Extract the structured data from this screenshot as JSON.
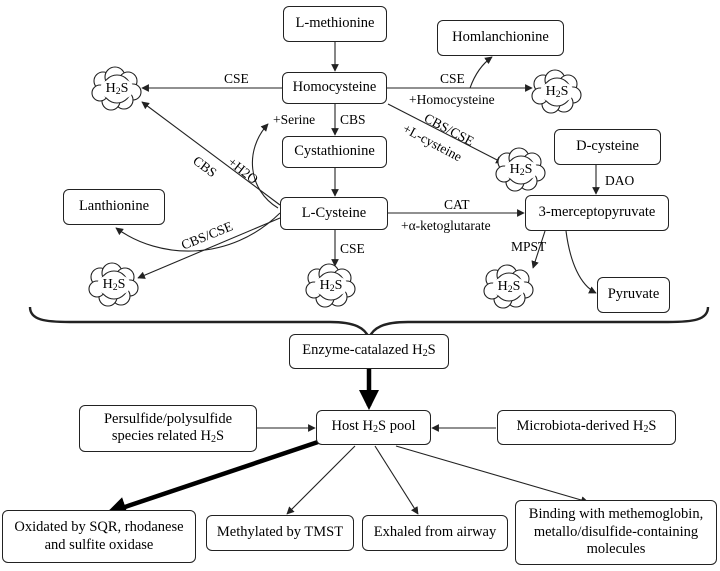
{
  "nodes": {
    "l_methionine": "L-methionine",
    "homocysteine": "Homocysteine",
    "homlanchionine": "Homlanchionine",
    "cystathionine": "Cystathionine",
    "l_cysteine": "L-Cysteine",
    "lanthionine": "Lanthionine",
    "d_cysteine": "D-cysteine",
    "mercaptopyruvate": "3-merceptopyruvate",
    "pyruvate": "Pyruvate",
    "enzyme_h2s_prefix": "Enzyme-catalazed H",
    "host_pool_prefix": "Host H",
    "host_pool_suffix": "S pool",
    "persulfide_line1": "Persulfide/polysulfide",
    "persulfide_line2_prefix": "species related H",
    "microbiota_prefix": "Microbiota-derived H",
    "oxidated_line1": "Oxidated by SQR, rhodanese",
    "oxidated_line2": "and sulfite oxidase",
    "methylated": "Methylated by TMST",
    "exhaled": "Exhaled from airway",
    "binding_line1": "Binding with methemoglobin,",
    "binding_line2": "metallo/disulfide-containing",
    "binding_line3": "molecules"
  },
  "edge_labels": {
    "cse_left": "CSE",
    "cse_right": "CSE",
    "plus_homocysteine": "+Homocysteine",
    "plus_serine": "+Serine",
    "cbs": "CBS",
    "cbs_cse_right": "CBS/CSE",
    "plus_l_cysteine": "+L-cysteine",
    "cbs_diag": "CBS",
    "plus_h2o": "+H2O",
    "dao": "DAO",
    "cat": "CAT",
    "plus_ketoglutarate": "+α-ketoglutarate",
    "cbs_cse_left": "CBS/CSE",
    "cse_down": "CSE",
    "mpst": "MPST"
  },
  "h2s": {
    "h": "H",
    "two": "2",
    "s": "S"
  }
}
